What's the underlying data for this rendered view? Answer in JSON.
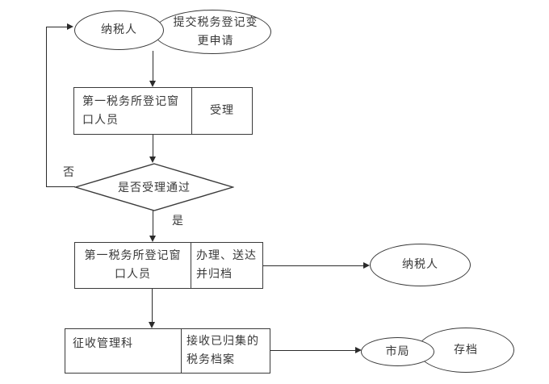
{
  "flowchart": {
    "colors": {
      "stroke": "#3a3a3a",
      "line": "#2b2b2b",
      "text": "#383838",
      "background": "#ffffff"
    },
    "start": {
      "actor": "纳税人",
      "action": "提交税务登记变更申请"
    },
    "step1": {
      "role": "第一税务所登记窗口人员",
      "action": "受理"
    },
    "decision": {
      "question": "是否受理通过",
      "no_label": "否",
      "yes_label": "是"
    },
    "step2": {
      "role": "第一税务所登记窗口人员",
      "action": "办理、送达并归档",
      "recipient": "纳税人"
    },
    "step3": {
      "role": "征收管理科",
      "action": "接收已归集的税务档案",
      "recipient": "市局",
      "archive": "存档"
    }
  }
}
